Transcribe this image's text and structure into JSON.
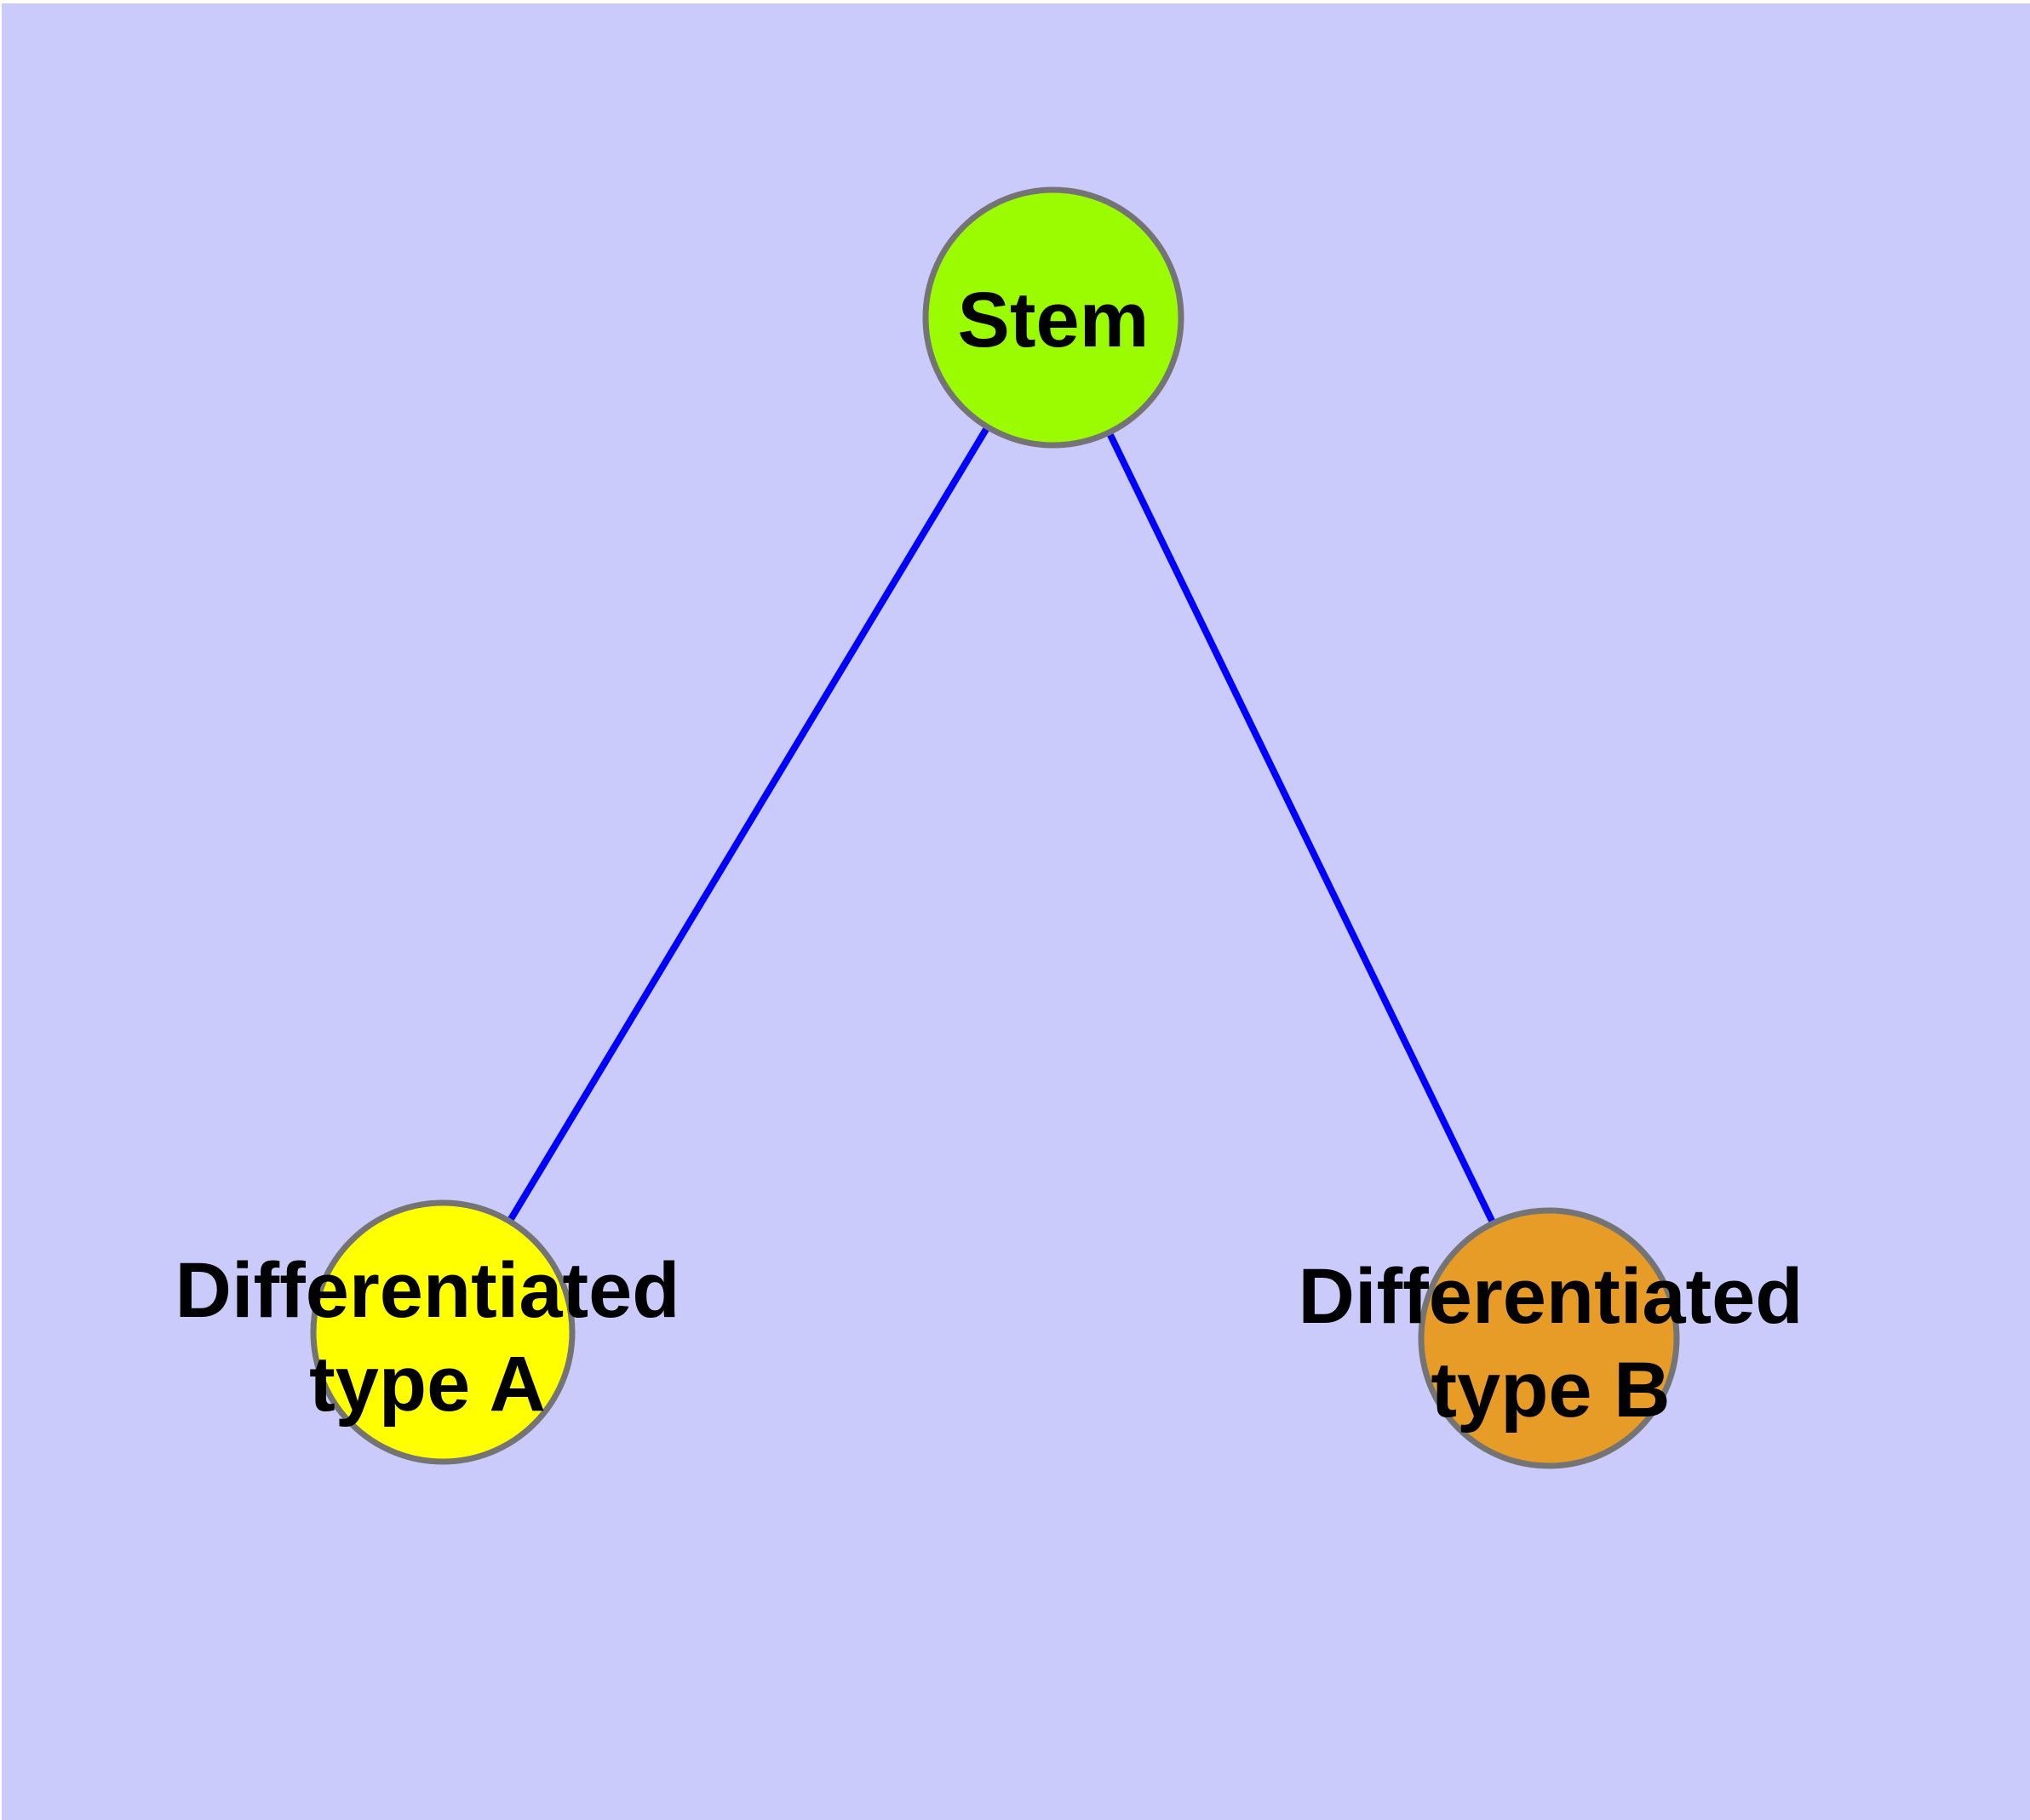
{
  "diagram": {
    "type": "node-link-graph",
    "colors": {
      "background": "#CACBFB",
      "edge": "#0000FF",
      "node_border": "#747474",
      "label": "#000000",
      "stem_fill": "#9BFB00",
      "type_a_fill": "#FFFF00",
      "type_b_fill": "#E79C28"
    },
    "nodes": {
      "stem": {
        "label": "Stem"
      },
      "type_a": {
        "label_line1": "Differentiated",
        "label_line2": "type A"
      },
      "type_b": {
        "label_line1": "Differentiated",
        "label_line2": "type B"
      }
    },
    "edges": [
      {
        "from": "Stem",
        "to": "Differentiated type A"
      },
      {
        "from": "Stem",
        "to": "Differentiated type B"
      }
    ]
  }
}
